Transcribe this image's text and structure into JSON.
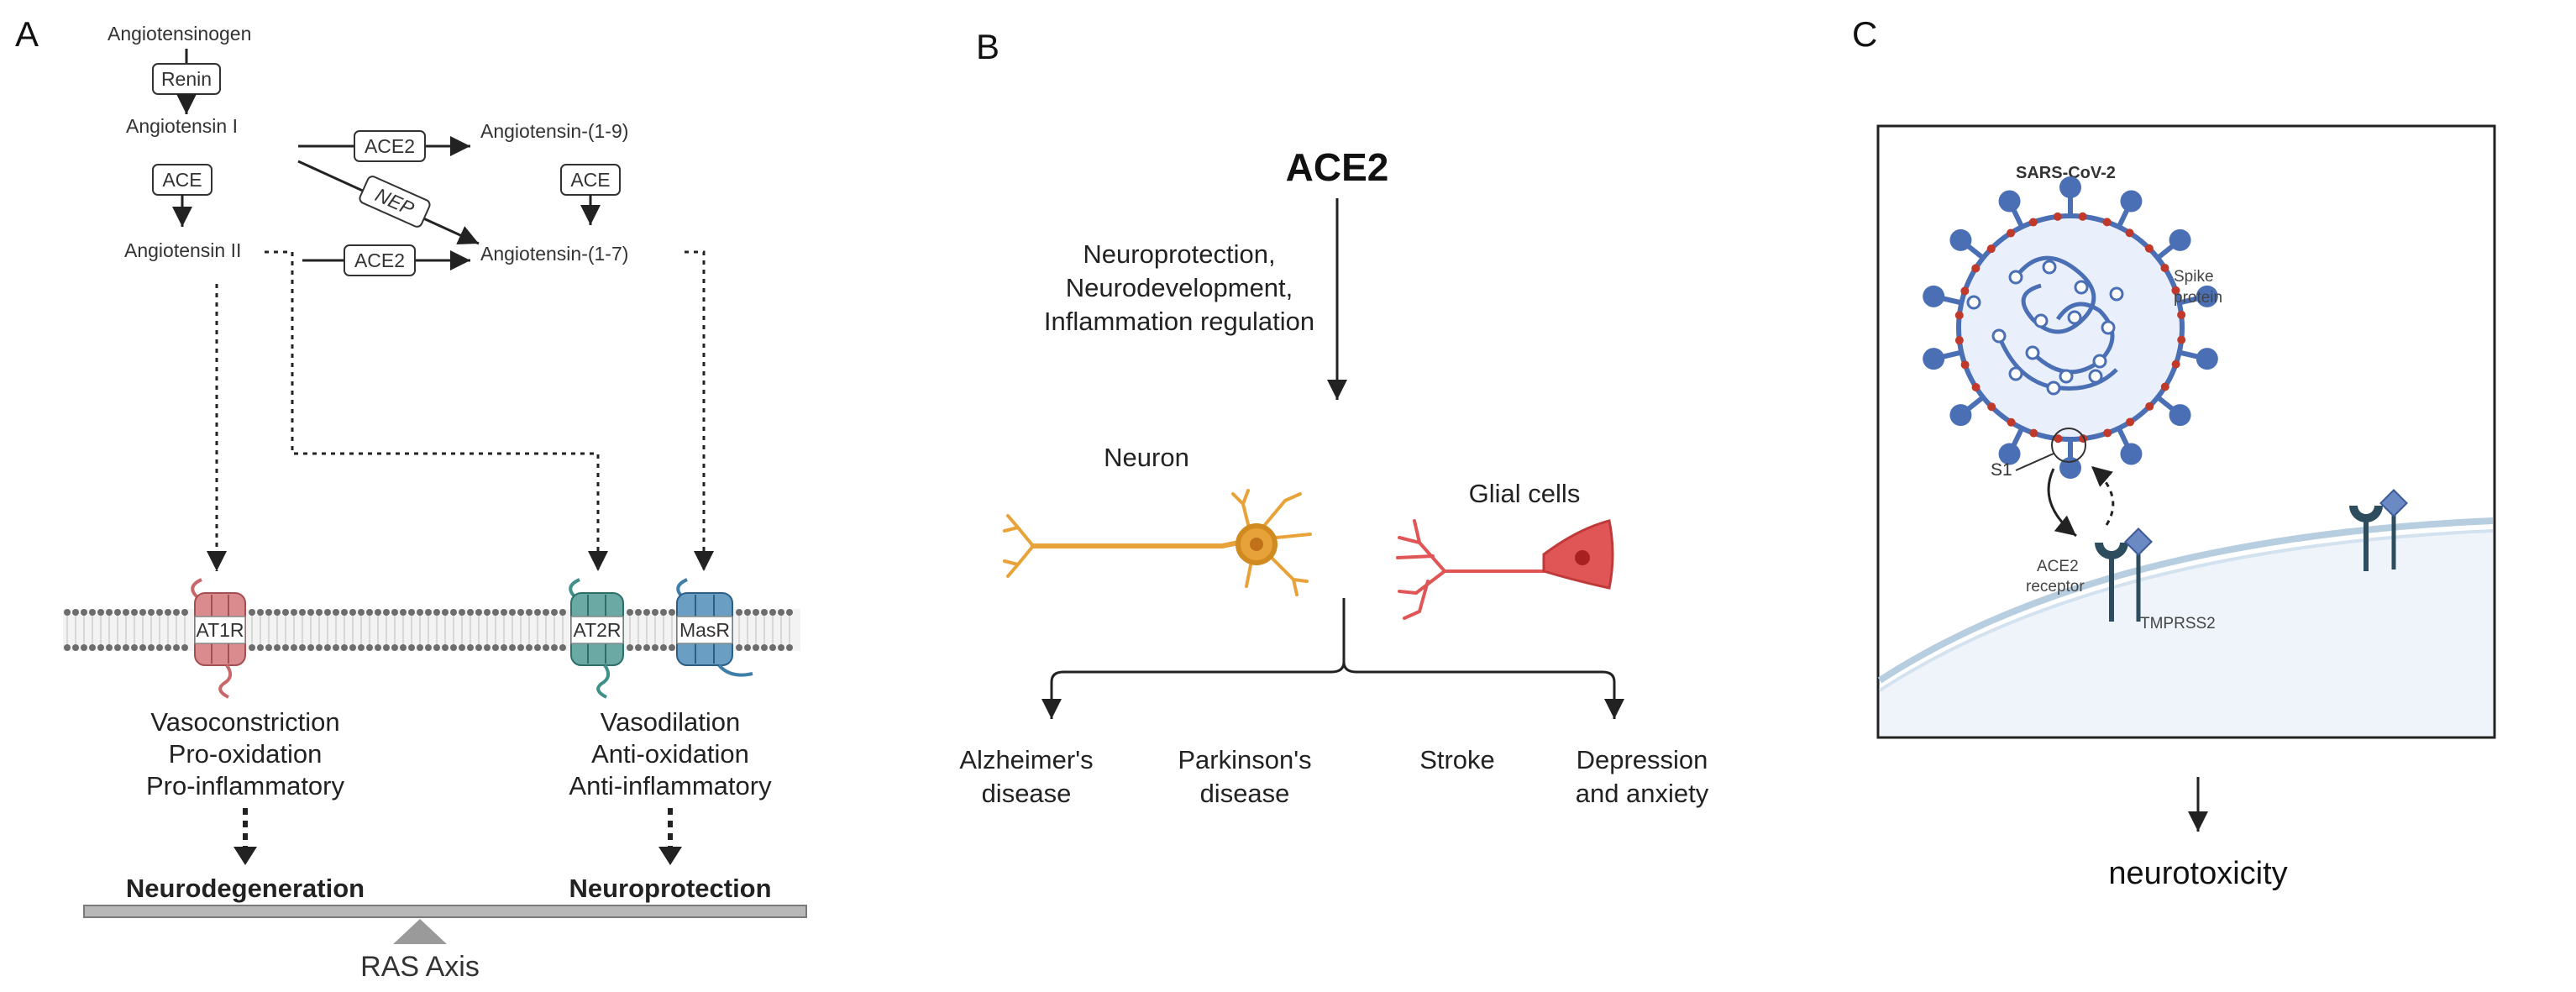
{
  "panels": {
    "a": "A",
    "b": "B",
    "c": "C"
  },
  "panel_a": {
    "angiotensinogen": "Angiotensinogen",
    "renin": "Renin",
    "ang1": "Angiotensin I",
    "ace": "ACE",
    "ang2": "Angiotensin II",
    "ace2_top": "ACE2",
    "nep": "NEP",
    "ace2_bottom": "ACE2",
    "ang19": "Angiotensin-(1-9)",
    "ace_right": "ACE",
    "ang17": "Angiotensin-(1-7)",
    "receptors": [
      "AT1R",
      "AT2R",
      "MasR"
    ],
    "left_effects": [
      "Vasoconstriction",
      "Pro-oxidation",
      "Pro-inflammatory"
    ],
    "right_effects": [
      "Vasodilation",
      "Anti-oxidation",
      "Anti-inflammatory"
    ],
    "left_outcome": "Neurodegeneration",
    "right_outcome": "Neuroprotection",
    "axis": "RAS Axis"
  },
  "panel_b": {
    "title": "ACE2",
    "roles": [
      "Neuroprotection,",
      "Neurodevelopment,",
      "Inflammation regulation"
    ],
    "neuron": "Neuron",
    "glial": "Glial cells",
    "diseases": [
      [
        "Alzheimer's",
        "disease"
      ],
      [
        "Parkinson's",
        "disease"
      ],
      [
        "Stroke"
      ],
      [
        "Depression",
        "and anxiety"
      ]
    ]
  },
  "panel_c": {
    "virus": "SARS-CoV-2",
    "spike": [
      "Spike",
      "protein"
    ],
    "s1": "S1",
    "ace2_receptor": [
      "ACE2",
      "receptor"
    ],
    "tmprss2": "TMPRSS2",
    "outcome": "neurotoxicity"
  },
  "colors": {
    "neuron": "#e8a23a",
    "glial": "#e05555",
    "virus": "#4a6fb5",
    "spike_red": "#c0392b",
    "receptor_red": "#c9676a",
    "receptor_teal": "#3f8f8a",
    "receptor_blue": "#3d7fa8",
    "cell_fill": "#eef4fa",
    "cell_edge": "#b7cde0"
  }
}
